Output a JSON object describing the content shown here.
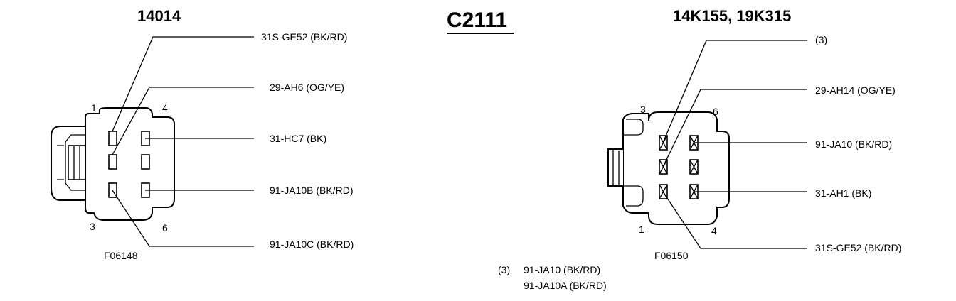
{
  "title": "C2111",
  "left": {
    "part_no": "14014",
    "figure_id": "F06148",
    "pins": {
      "p1": "1",
      "p3": "3",
      "p4": "4",
      "p6": "6"
    },
    "wires": [
      "31S-GE52 (BK/RD)",
      "29-AH6 (OG/YE)",
      "31-HC7 (BK)",
      "91-JA10B (BK/RD)",
      "91-JA10C (BK/RD)"
    ]
  },
  "right": {
    "part_no": "14K155, 19K315",
    "figure_id": "F06150",
    "pins": {
      "p1": "1",
      "p3": "3",
      "p4": "4",
      "p6": "6"
    },
    "wires": [
      "(3)",
      "29-AH14 (OG/YE)",
      "91-JA10 (BK/RD)",
      "31-AH1 (BK)",
      "31S-GE52 (BK/RD)"
    ]
  },
  "footnote": {
    "marker": "(3)",
    "line1": "91-JA10 (BK/RD)",
    "line2": "91-JA10A (BK/RD)"
  }
}
